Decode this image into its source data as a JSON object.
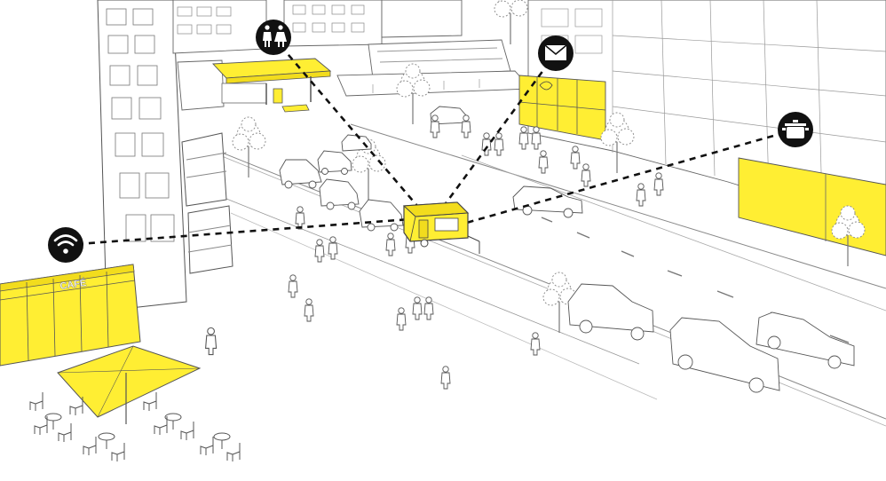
{
  "colors": {
    "highlight": "#ffee33",
    "ink": "#3a3a3a",
    "light_ink": "#9a9a9a",
    "icon_bg": "#111111",
    "icon_fg": "#ffffff",
    "link": "#111111"
  },
  "cafe": {
    "sign": "CAFÉ"
  },
  "service_icons": [
    {
      "name": "wifi-icon",
      "service": "wifi"
    },
    {
      "name": "restroom-icon",
      "service": "restroom"
    },
    {
      "name": "mail-icon",
      "service": "mail"
    },
    {
      "name": "cooking-pot-icon",
      "service": "food"
    }
  ],
  "hub": {
    "name": "food-trailer"
  }
}
